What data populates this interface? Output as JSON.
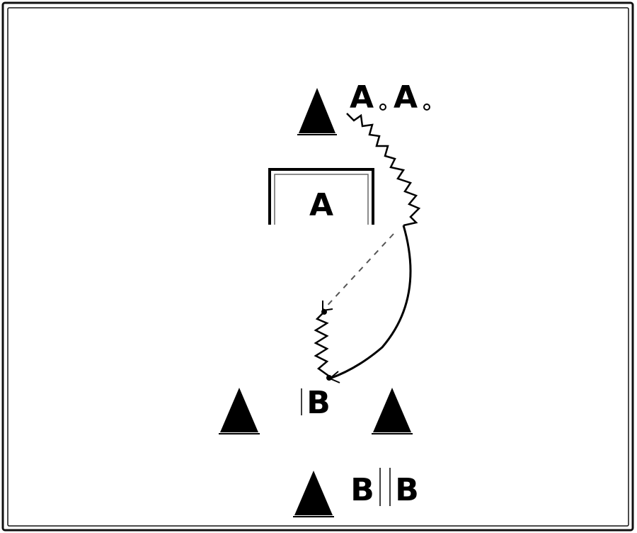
{
  "diagram": {
    "labels": {
      "player_a1": "A",
      "player_a2": "A",
      "goal_label": "A",
      "player_b_center": "B",
      "player_b1": "B",
      "player_b2": "B"
    },
    "colors": {
      "ink": "#000000",
      "paper": "#ffffff",
      "frame": "#111111"
    },
    "icons": {
      "cone": "cone-icon",
      "goal": "goal-icon"
    }
  }
}
